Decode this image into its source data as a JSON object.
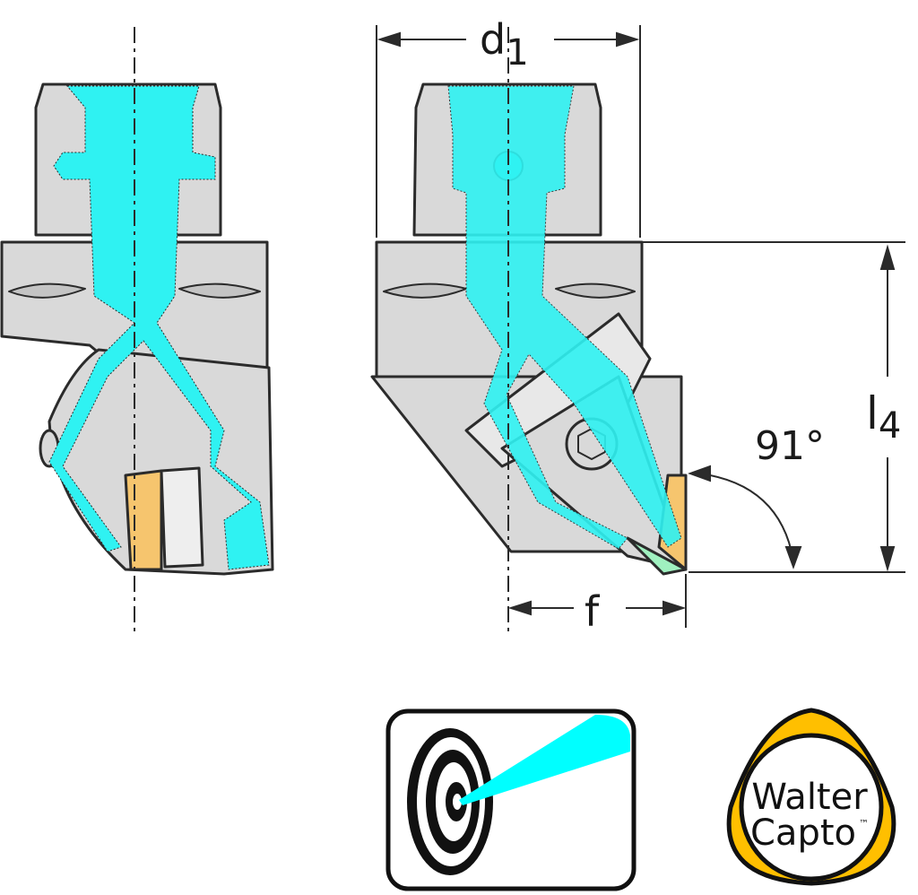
{
  "dimensions": {
    "d1": {
      "main": "d",
      "sub": "1"
    },
    "l4": {
      "main": "l",
      "sub": "4"
    },
    "f": "f",
    "angle": "91°"
  },
  "logo": {
    "line1": "Walter",
    "line2": "Capto",
    "tm": "™"
  },
  "colors": {
    "body": "#d9d9d9",
    "coolant": "#2ff2f2",
    "insert": "#f6c56e",
    "outline": "#2b2b2b",
    "logo_gold": "#ffbf00"
  },
  "icons": [
    "coolant-target-icon",
    "walter-capto-logo"
  ]
}
